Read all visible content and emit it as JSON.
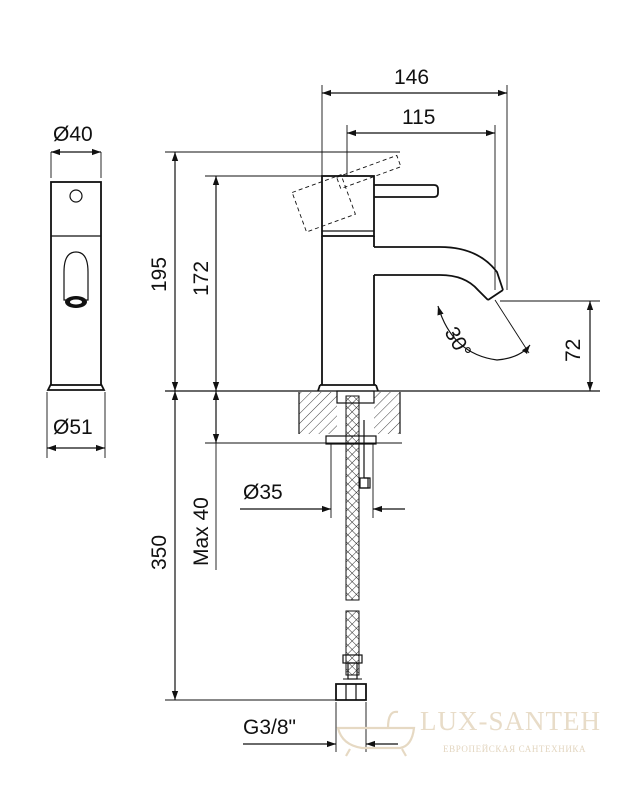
{
  "dimensions": {
    "side_top_diameter": "Ø40",
    "side_base_diameter": "Ø51",
    "width_total": "146",
    "spout_reach": "115",
    "height_total": "195",
    "height_lever": "172",
    "spout_angle": "30°",
    "spout_height": "72",
    "hose_length": "350",
    "max_thickness": "Max 40",
    "hole_diameter": "Ø35",
    "thread": "G3/8\""
  },
  "watermark": {
    "brand": "LUX-SANTEH",
    "tagline": "ЕВРОПЕЙСКАЯ САНТЕХНИКА"
  },
  "colors": {
    "line": "#111111",
    "watermark": "#e8dcc8"
  }
}
